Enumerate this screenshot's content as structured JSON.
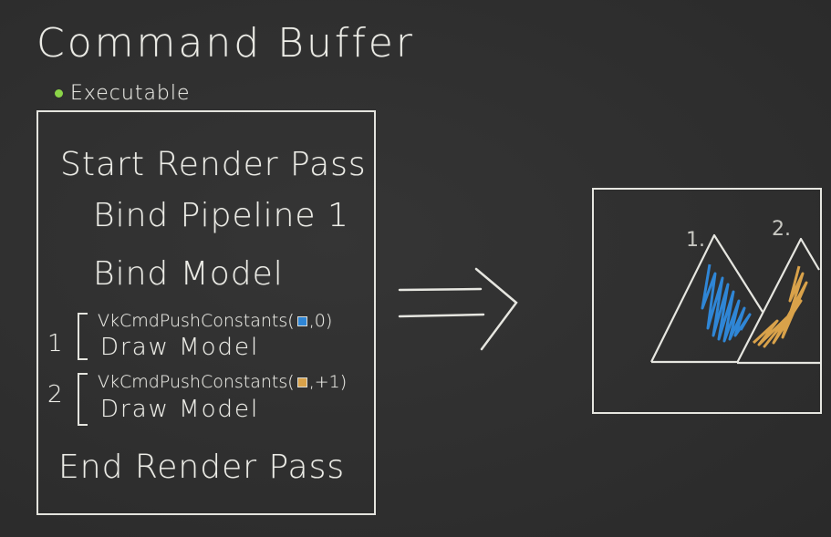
{
  "title": "Command Buffer",
  "status": {
    "label": "Executable",
    "color": "#8bd448"
  },
  "commands": {
    "start": "Start Render Pass",
    "bind_pipeline": "Bind Pipeline 1",
    "bind_model": "Bind Model",
    "groups": [
      {
        "number": "1",
        "push_fn": "VkCmdPushConstants",
        "push_args_open": "(",
        "push_args_close": ",0)",
        "swatch_color": "#2f86d6",
        "draw": "Draw Model"
      },
      {
        "number": "2",
        "push_fn": "VkCmdPushConstants",
        "push_args_open": "(",
        "push_args_close": ",+1)",
        "swatch_color": "#d9a24a",
        "draw": "Draw Model"
      }
    ],
    "end": "End Render Pass"
  },
  "result": {
    "label_1": "1.",
    "label_2": "2.",
    "color_1": "#2f86d6",
    "color_2": "#d9a24a"
  }
}
